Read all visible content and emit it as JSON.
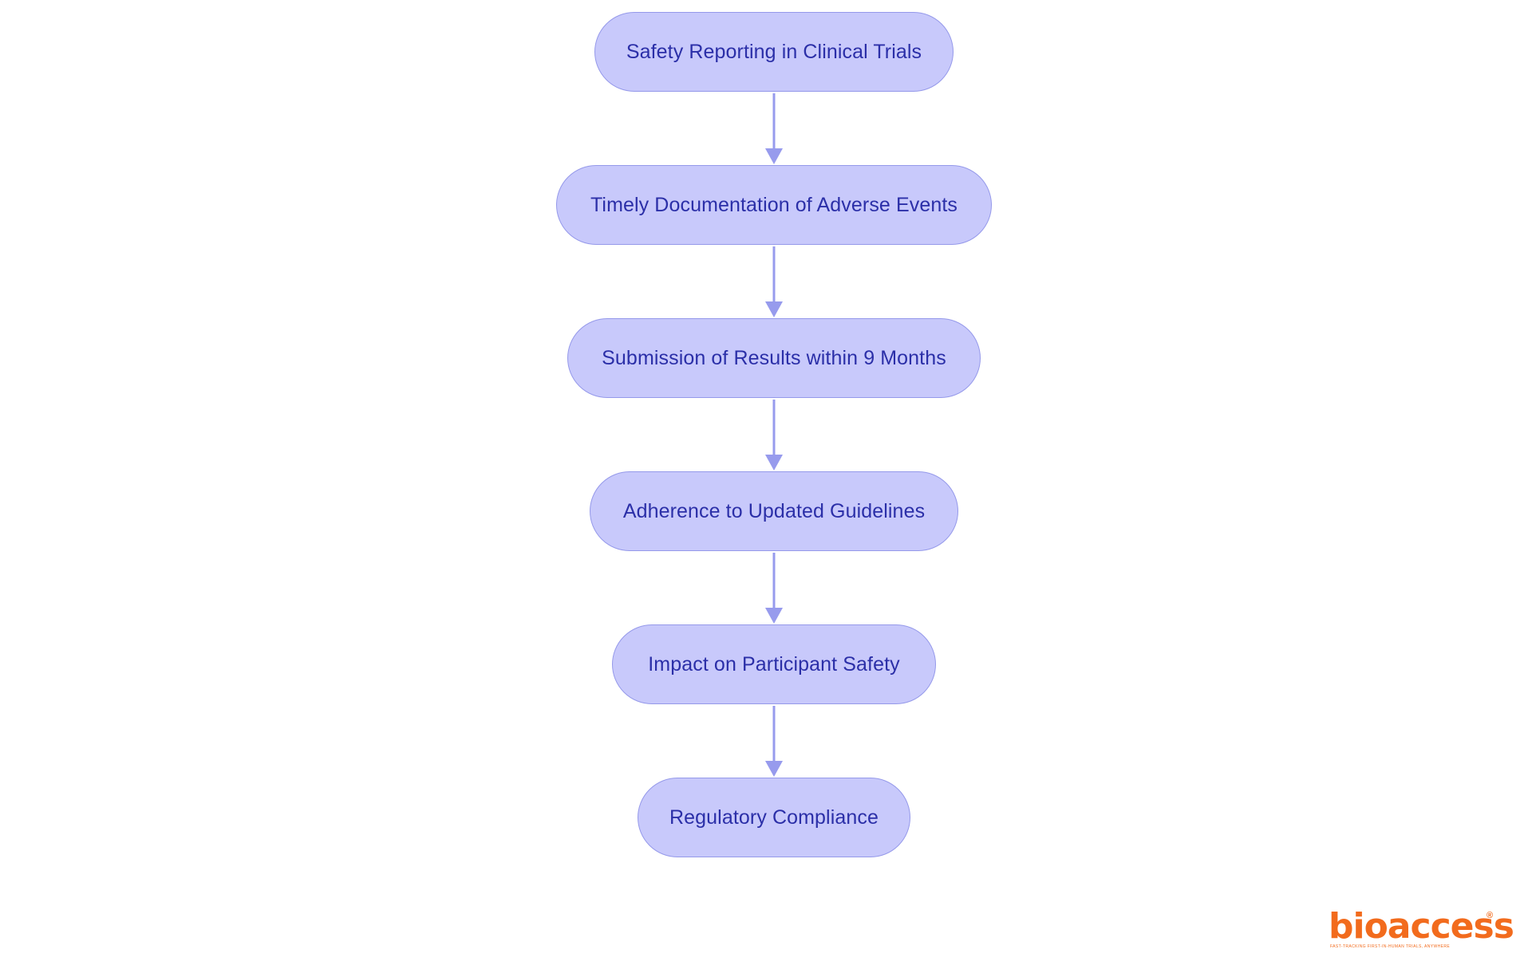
{
  "colors": {
    "node_fill": "#c8c9fb",
    "node_border": "#9599ea",
    "node_text": "#2b2fa8",
    "connector": "#979bed",
    "logo_accent": "#f26b1d"
  },
  "flowchart": {
    "nodes": [
      {
        "id": "n1",
        "label": "Safety Reporting in Clinical Trials"
      },
      {
        "id": "n2",
        "label": "Timely Documentation of Adverse Events"
      },
      {
        "id": "n3",
        "label": "Submission of Results within 9 Months"
      },
      {
        "id": "n4",
        "label": "Adherence to Updated Guidelines"
      },
      {
        "id": "n5",
        "label": "Impact on Participant Safety"
      },
      {
        "id": "n6",
        "label": "Regulatory Compliance"
      }
    ],
    "edges": [
      {
        "from": "n1",
        "to": "n2"
      },
      {
        "from": "n2",
        "to": "n3"
      },
      {
        "from": "n3",
        "to": "n4"
      },
      {
        "from": "n4",
        "to": "n5"
      },
      {
        "from": "n5",
        "to": "n6"
      }
    ]
  },
  "logo": {
    "wordmark": "bioaccess",
    "registered_mark": "®",
    "tagline": "FAST-TRACKING FIRST-IN-HUMAN TRIALS, ANYWHERE"
  }
}
